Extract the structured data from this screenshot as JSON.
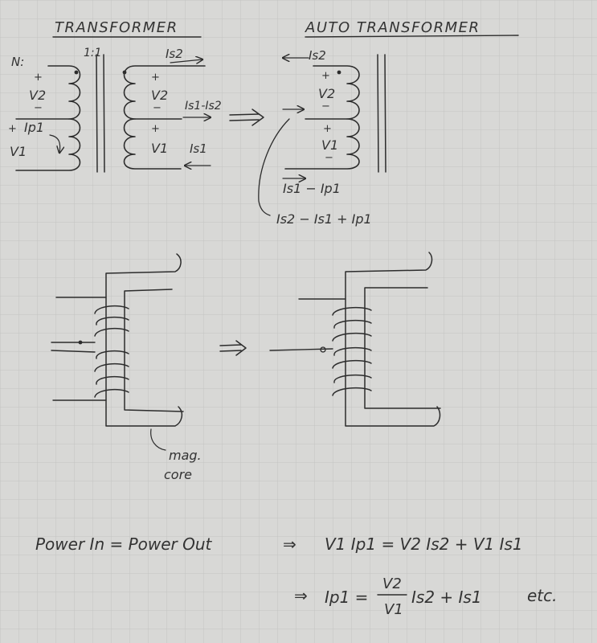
{
  "headings": {
    "transformer": "TRANSFORMER",
    "autotransformer": "AUTO TRANSFORMER"
  },
  "transformer_labels": {
    "turns": "N:",
    "ratio": "1:1",
    "v2": "V2",
    "v1": "V1",
    "ip1": "Ip1",
    "is2": "Is2",
    "is1": "Is1",
    "is1_minus_is2": "Is1-Is2",
    "plus": "+",
    "minus": "−"
  },
  "autotransformer_labels": {
    "is2": "Is2",
    "v2": "V2",
    "v1": "V1",
    "is1_minus_ip1": "Is1 − Ip1",
    "node_current": "Is2 − Is1 + Ip1"
  },
  "core_labels": {
    "mag_core_line1": "mag.",
    "mag_core_line2": "core"
  },
  "equations": {
    "line1_left": "Power In = Power Out",
    "implies": "⇒",
    "line1_right": "V1 Ip1 = V2 Is2 + V1 Is1",
    "line2_lhs": "Ip1 =",
    "frac_num": "V2",
    "frac_den": "V1",
    "line2_rhs": "Is2 + Is1",
    "etc": "etc."
  },
  "colors": {
    "paper": "#d8d8d6",
    "grid": "#c3c4c2",
    "ink": "#2c2c2c"
  }
}
